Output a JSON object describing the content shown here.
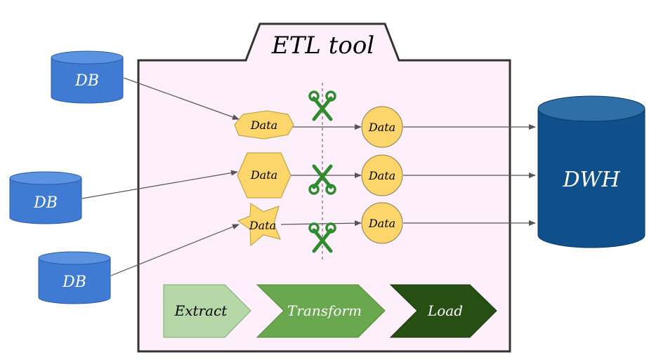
{
  "tool": {
    "title": "ETL tool"
  },
  "sources": [
    {
      "label": "DB"
    },
    {
      "label": "DB"
    },
    {
      "label": "DB"
    }
  ],
  "raw_data": [
    {
      "label": "Data"
    },
    {
      "label": "Data"
    },
    {
      "label": "Data"
    }
  ],
  "clean_data": [
    {
      "label": "Data"
    },
    {
      "label": "Data"
    },
    {
      "label": "Data"
    }
  ],
  "target": {
    "label": "DWH"
  },
  "stages": [
    {
      "label": "Extract"
    },
    {
      "label": "Transform"
    },
    {
      "label": "Load"
    }
  ],
  "colors": {
    "db_fill": "#3f7ad3",
    "db_top": "#5b93e0",
    "dwh_fill": "#0e4f8c",
    "dwh_top": "#2e6fa8",
    "panel_bg": "#fdf0fb",
    "data_fill": "#fcd66a",
    "extract": "#b6d7a8",
    "transform": "#6aa84f",
    "load": "#274e13",
    "scissors": "#2e8b2e"
  }
}
